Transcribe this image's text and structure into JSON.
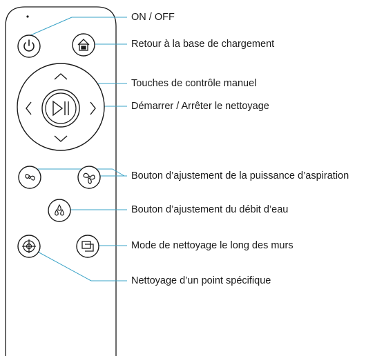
{
  "labels": {
    "power": "ON / OFF",
    "dock": "Retour à la base de chargement",
    "manual": "Touches de contrôle manuel",
    "start": "Démarrer / Arrêter le nettoyage",
    "suction": "Bouton d’ajustement de la puissance d’aspiration",
    "water": "Bouton d’ajustement du débit d’eau",
    "edge": "Mode de nettoyage le long des murs",
    "spot": "Nettoyage d’un point spécifique"
  },
  "colors": {
    "leader": "#3aa3c7",
    "outline": "#1a1a1a",
    "text": "#1a1a1a"
  }
}
